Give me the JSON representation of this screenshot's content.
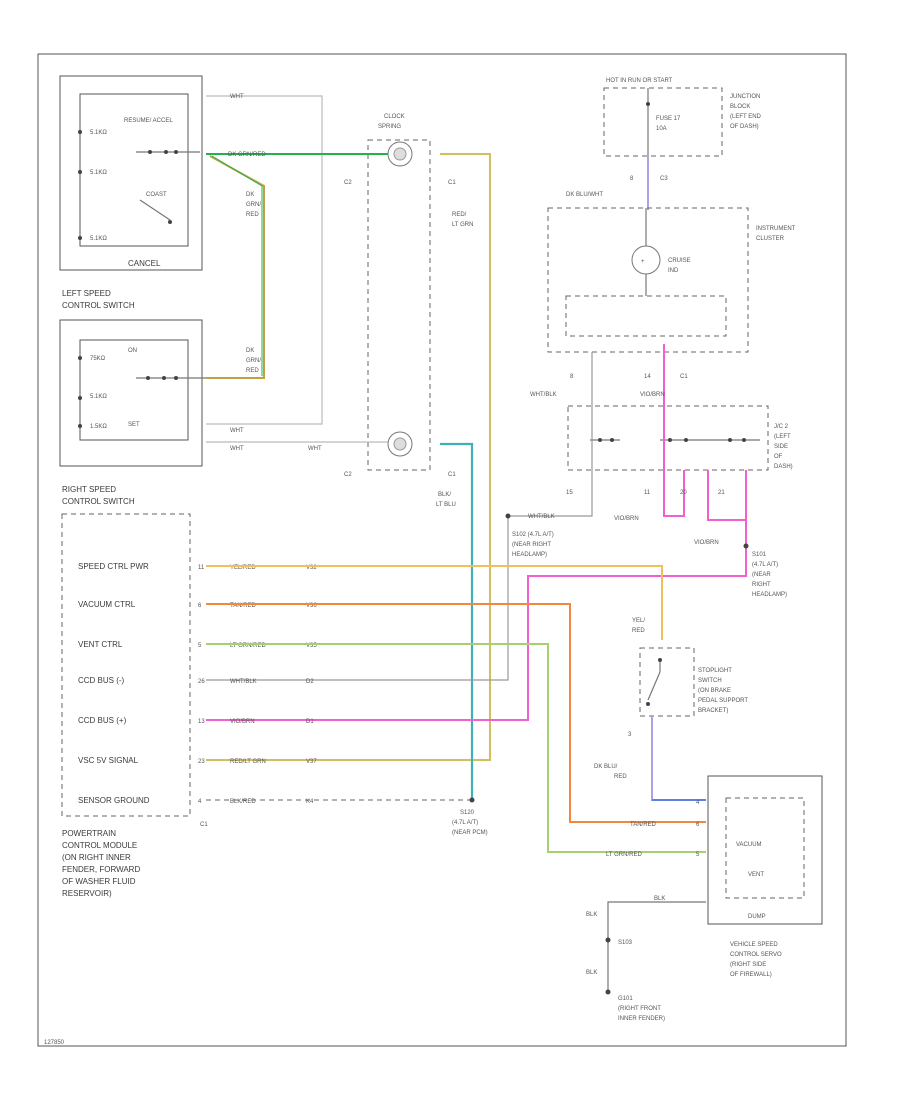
{
  "diagram": {
    "components": {
      "left_switch_name": "LEFT SPEED\nCONTROL SWITCH",
      "cancel": "CANCEL",
      "resume_accel": "RESUME/\nACCEL",
      "coast": "COAST",
      "on": "ON",
      "set": "SET",
      "clockspring": "CLOCK\nSPRING",
      "right_switch_name": "RIGHT SPEED\nCONTROL SWITCH",
      "hot_feed": "HOT IN RUN OR START",
      "junction_block": "JUNCTION\nBLOCK\n(LEFT END\nOF DASH)",
      "fuse": "FUSE 17\n10A",
      "instrument_cluster": "INSTRUMENT\nCLUSTER",
      "cruise_ind": "CRUISE\nIND",
      "jc2": "J/C 2\n(LEFT\nSIDE\nOF\nDASH)",
      "s102": "S102 (4.7L A/T)\n(NEAR RIGHT\nHEADLAMP)",
      "s101": "S101\n(4.7L A/T)\n(NEAR\nRIGHT\nHEADLAMP)",
      "stoplight": "STOPLIGHT\nSWITCH\n(ON BRAKE\nPEDAL SUPPORT\nBRACKET)",
      "pcm": "POWERTRAIN\nCONTROL MODULE\n(ON RIGHT INNER\nFENDER, FORWARD\nOF WASHER FLUID\nRESERVOIR)",
      "servo": "VEHICLE SPEED\nCONTROL SERVO\n(RIGHT SIDE\nOF FIREWALL)",
      "vacuum": "VACUUM",
      "vent": "VENT",
      "dump": "DUMP",
      "g101": "G101\n(RIGHT FRONT\nINNER FENDER)",
      "s103": "S103",
      "s120": "S120\n(4.7L A/T)\n(NEAR PCM)"
    },
    "pcm_pins": [
      {
        "name": "SPEED CTRL PWR",
        "pin": "11",
        "wire": "YEL/RED",
        "circuit": "V32"
      },
      {
        "name": "VACUUM CTRL",
        "pin": "6",
        "wire": "TAN/RED",
        "circuit": "V36"
      },
      {
        "name": "VENT CTRL",
        "pin": "5",
        "wire": "LT GRN/RED",
        "circuit": "V35"
      },
      {
        "name": "CCD BUS (-)",
        "pin": "26",
        "wire": "WHT/BLK",
        "circuit": "D2"
      },
      {
        "name": "CCD BUS (+)",
        "pin": "13",
        "wire": "VIO/BRN",
        "circuit": "D1"
      },
      {
        "name": "VSC 5V SIGNAL",
        "pin": "23",
        "wire": "RED/LT GRN",
        "circuit": "V37"
      },
      {
        "name": "SENSOR GROUND",
        "pin": "4",
        "wire": "BLK/RED",
        "circuit": "K4"
      }
    ],
    "wires": {
      "wht": "WHT",
      "dk_grn_red": "DK GRN/RED",
      "dk_grn_red_v": "DK\nGRN/\nRED",
      "red_lt_grn": "RED/\nLT GRN",
      "blk_lt_blu": "BLK/\nLT BLU",
      "dk_blu_wht": "DK BLU/WHT",
      "wht_blk": "WHT/BLK",
      "vio_brn": "VIO/BRN",
      "yel_red": "YEL/\nRED",
      "dk_blu_red": "DK BLU/\nRED",
      "tan_red": "TAN/RED",
      "lt_grn_red": "LT GRN/RED",
      "blk": "BLK"
    },
    "connectors": {
      "c1": "C1",
      "c2": "C2",
      "c3": "C3",
      "n8": "8",
      "n15": "15",
      "n11": "11",
      "n20": "20",
      "n21": "21",
      "n3": "3",
      "n4": "4",
      "n5": "5",
      "n6": "6"
    },
    "figure_id": "127850"
  },
  "colors": {
    "dk_grn": "#22b14c",
    "orange_grn": "#c0a040",
    "yel": "#f0c060",
    "tan": "#f08840",
    "lt_grn": "#a8d070",
    "pink": "#f060d0",
    "teal": "#40b0b8",
    "olive": "#b0b040",
    "blue": "#6080e0",
    "lavender": "#b0a0e8"
  }
}
